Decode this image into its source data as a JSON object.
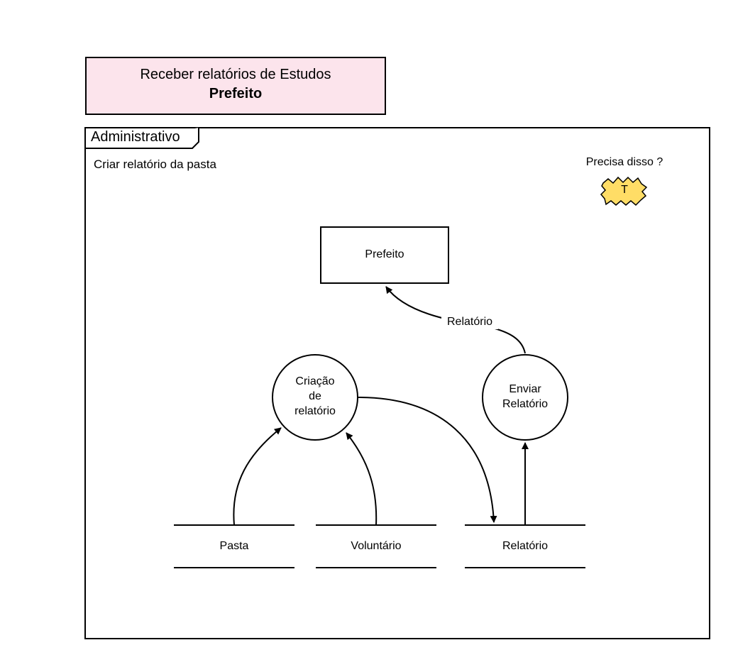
{
  "header": {
    "line1": "Receber relatórios de Estudos",
    "line2": "Prefeito"
  },
  "frame": {
    "label": "Administrativo",
    "subtitle": "Criar relatório da pasta"
  },
  "note": {
    "text": "Precisa disso ?",
    "badge": "T",
    "badge_color": "#ffdd66"
  },
  "entity": {
    "label": "Prefeito"
  },
  "processes": {
    "criacao": [
      "Criação",
      "de",
      "relatório"
    ],
    "enviar": [
      "Enviar",
      "Relatório"
    ]
  },
  "flows": {
    "relatorio_label": "Relatório"
  },
  "stores": {
    "pasta": "Pasta",
    "voluntario": "Voluntário",
    "relatorio": "Relatório"
  }
}
